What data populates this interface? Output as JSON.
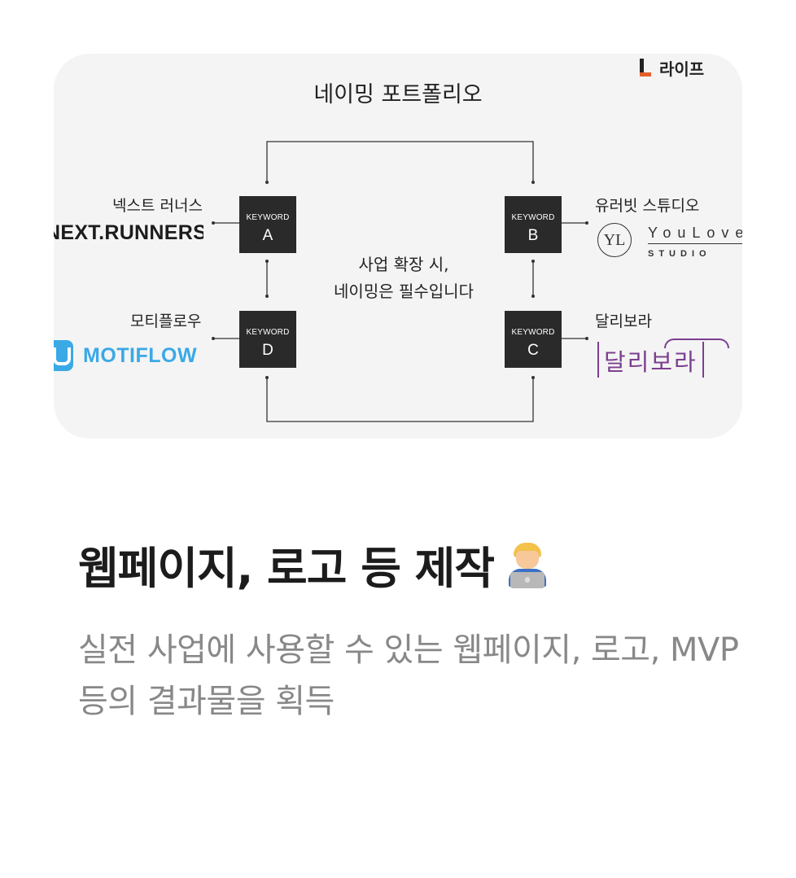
{
  "card": {
    "brand": "라이프",
    "title": "네이밍 포트폴리오",
    "center_text_line1": "사업 확장 시,",
    "center_text_line2": "네이밍은 필수입니다",
    "boxes": [
      {
        "keyword": "KEYWORD",
        "letter": "A"
      },
      {
        "keyword": "KEYWORD",
        "letter": "B"
      },
      {
        "keyword": "KEYWORD",
        "letter": "D"
      },
      {
        "keyword": "KEYWORD",
        "letter": "C"
      }
    ],
    "names": {
      "next_runners_label": "넥스트 러너스",
      "next_runners_logo": "NEXT.RUNNERS",
      "youlove_label": "유러빗 스튜디오",
      "youlove_mark": "YL",
      "youlove_word": "YouLove",
      "youlove_studio": "STUDIO",
      "motiflow_label": "모티플로우",
      "motiflow_logo": "MOTIFLOW",
      "dalli_label": "달리보라",
      "dalli_logo": "달리보라"
    }
  },
  "heading": "웹페이지, 로고 등 제작",
  "heading_emoji": "technologist-emoji",
  "subtitle": "실전 사업에 사용할 수 있는 웹페이지, 로고, MVP 등의 결과물을 획득",
  "colors": {
    "card_bg": "#f4f4f4",
    "box_bg": "#2a2a2a",
    "motiflow_blue": "#3aa9e6",
    "dalli_purple": "#7b3f8f",
    "brand_orange": "#e4602a"
  }
}
